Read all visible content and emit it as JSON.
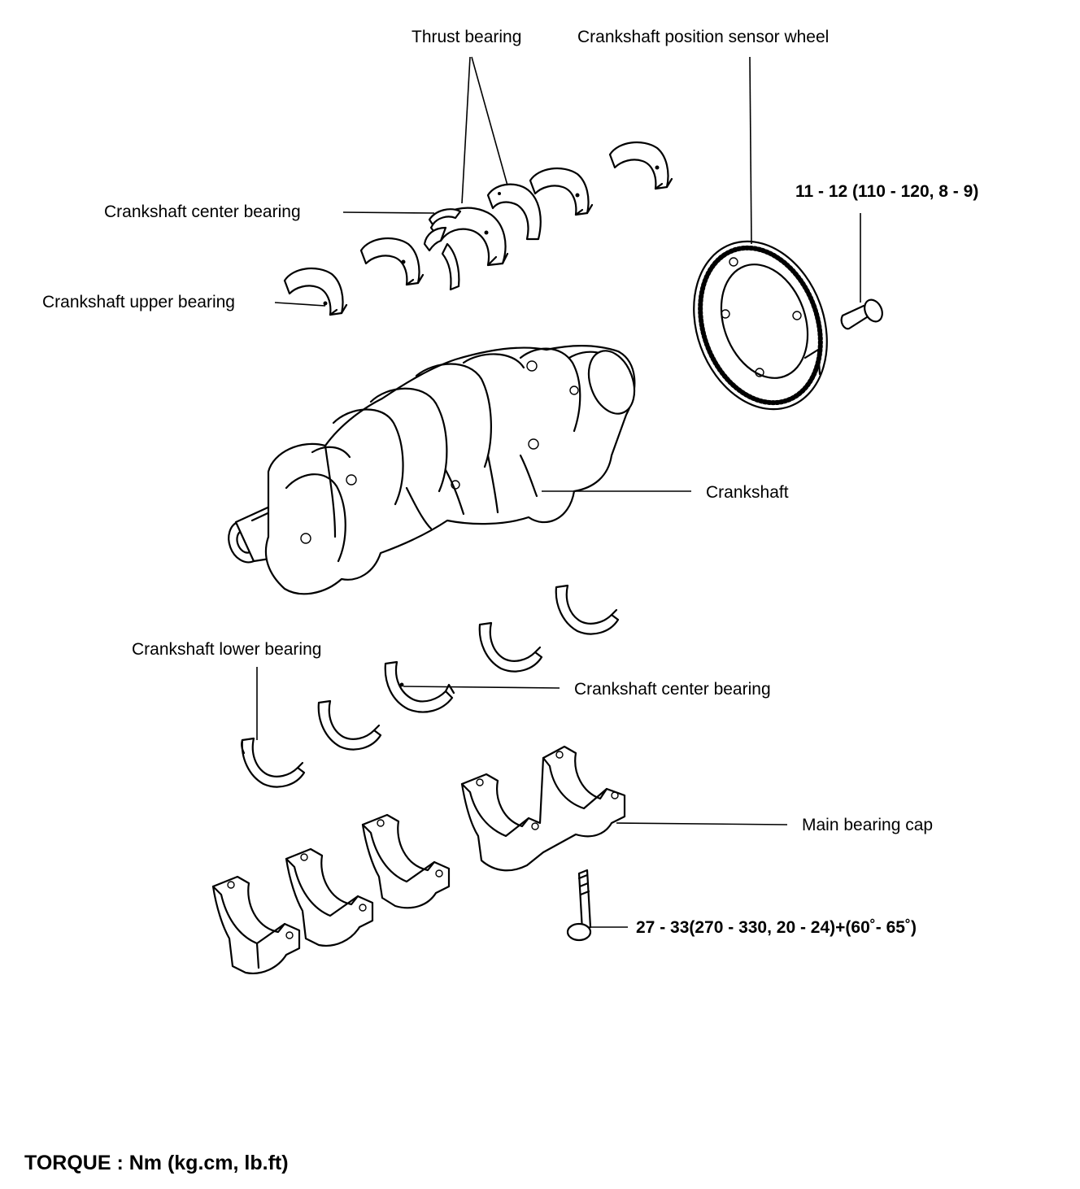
{
  "labels": {
    "thrust_bearing": "Thrust bearing",
    "sensor_wheel": "Crankshaft position sensor wheel",
    "wheel_bolt_torque": "11 - 12 (110 - 120, 8 - 9)",
    "center_bearing_upper": "Crankshaft center bearing",
    "upper_bearing": "Crankshaft upper bearing",
    "crankshaft": "Crankshaft",
    "lower_bearing": "Crankshaft lower bearing",
    "center_bearing_lower": "Crankshaft center bearing",
    "main_bearing_cap": "Main bearing cap",
    "cap_bolt_torque": "27 - 33(270 - 330, 20 - 24)+(60˚- 65˚)",
    "torque_units": "TORQUE : Nm (kg.cm, lb.ft)"
  }
}
